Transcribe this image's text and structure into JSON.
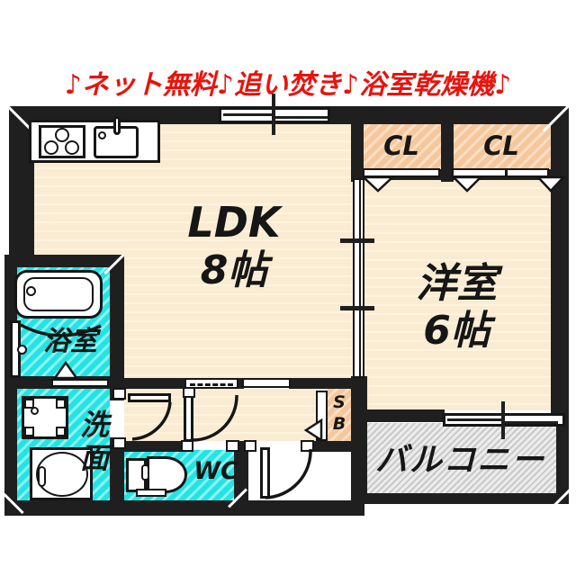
{
  "header": {
    "promo": "♪ネット無料♪追い焚き♪浴室乾燥機♪"
  },
  "rooms": {
    "ldk": {
      "name": "LDK",
      "size": "8帖"
    },
    "western": {
      "name": "洋室",
      "size": "6帖"
    },
    "closet_left": {
      "name": "CL"
    },
    "closet_right": {
      "name": "CL"
    },
    "bath": {
      "name": "浴室"
    },
    "washroom": {
      "name": "洗面"
    },
    "toilet": {
      "name": "WC"
    },
    "shoebox": {
      "name": "S\nB"
    },
    "balcony": {
      "name": "バルコニー"
    }
  },
  "colors": {
    "promo_red": "#e8130c",
    "wall": "#1f1f1f",
    "wood_floor": "#f9ecd2",
    "wet_room": "#23e4e4",
    "closet_hatch": "#f5c79c",
    "balcony_hatch": "#c9c9c9",
    "label": "#161616"
  }
}
